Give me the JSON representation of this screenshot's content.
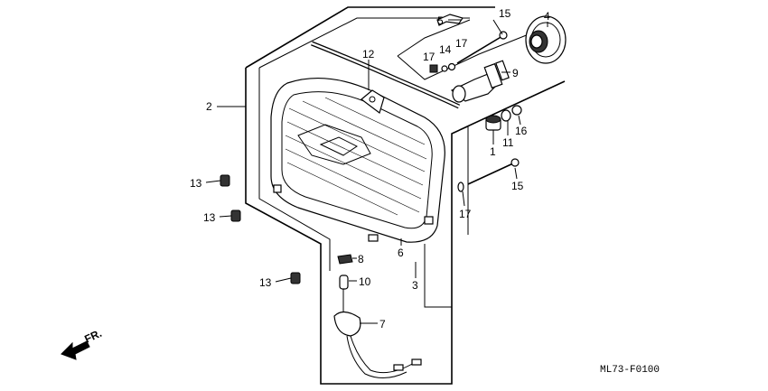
{
  "diagram": {
    "callouts": {
      "p1": "1",
      "p2": "2",
      "p3": "3",
      "p4": "4",
      "p5": "5",
      "p6": "6",
      "p7": "7",
      "p8": "8",
      "p9": "9",
      "p10": "10",
      "p11": "11",
      "p12": "12",
      "p13a": "13",
      "p13b": "13",
      "p13c": "13",
      "p14": "14",
      "p15a": "15",
      "p15b": "15",
      "p16": "16",
      "p17a": "17",
      "p17b": "17",
      "p17c": "17"
    },
    "direction_label": "FR.",
    "code": "ML73-F0100"
  }
}
